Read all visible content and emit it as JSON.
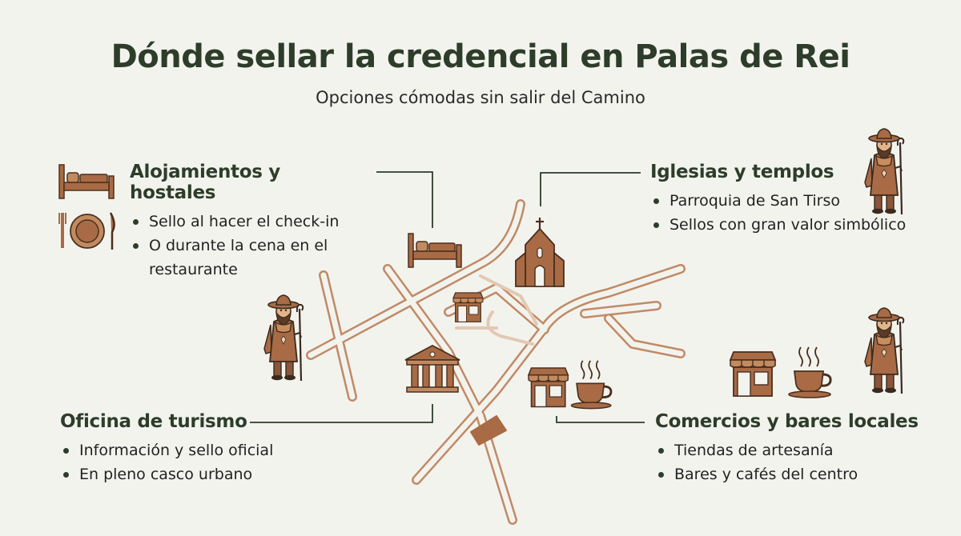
{
  "title": "Dónde sellar la credencial en Palas de Rei",
  "subtitle": "Opciones cómodas sin salir del Camino",
  "colors": {
    "brown": "#a86b45",
    "street": "#c08a66",
    "heading": "#2d3d2a",
    "background": "#f3f3ee"
  },
  "sections": {
    "alojamientos": {
      "title": "Alojamientos y hostales",
      "items": [
        "Sello al hacer el check-in",
        "O durante la cena en el restaurante"
      ],
      "icons": [
        "bed-icon",
        "plate-cutlery-icon"
      ]
    },
    "iglesias": {
      "title": "Iglesias y templos",
      "items": [
        "Parroquia de San Tirso",
        "Sellos con gran valor simbólico"
      ],
      "icons": [
        "church-icon",
        "pilgrim-icon"
      ]
    },
    "oficina": {
      "title": "Oficina de turismo",
      "items": [
        "Información y sello oficial",
        "En pleno casco urbano"
      ],
      "icons": [
        "museum-building-icon",
        "pilgrim-icon"
      ]
    },
    "comercios": {
      "title": "Comercios y bares locales",
      "items": [
        "Tiendas de artesanía",
        "Bares y cafés del centro"
      ],
      "icons": [
        "shop-icon",
        "coffee-cup-icon",
        "pilgrim-icon"
      ]
    }
  }
}
